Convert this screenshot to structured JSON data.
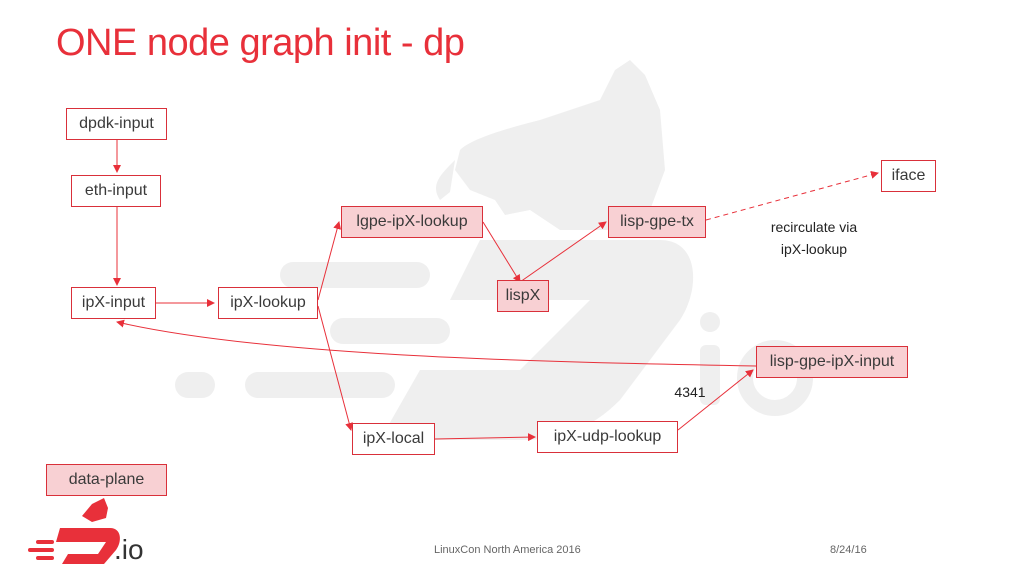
{
  "slide": {
    "title": "ONE node graph init - dp",
    "footer_center": "LinuxCon North America 2016",
    "footer_date": "8/24/16",
    "logo_text": ".io"
  },
  "nodes": {
    "dpdk_input": "dpdk-input",
    "eth_input": "eth-input",
    "ipx_input": "ipX-input",
    "ipx_lookup": "ipX-lookup",
    "lgpe_ipx_lookup": "lgpe-ipX-lookup",
    "lisp_gpe_tx": "lisp-gpe-tx",
    "lispx": "lispX",
    "iface": "iface",
    "lisp_gpe_ipx_input": "lisp-gpe-ipX-input",
    "ipx_local": "ipX-local",
    "ipx_udp_lookup": "ipX-udp-lookup",
    "data_plane": "data-plane"
  },
  "annotations": {
    "recirculate_line1": "recirculate via",
    "recirculate_line2": "ipX-lookup",
    "port": "4341"
  },
  "colors": {
    "accent": "#e8303a",
    "node_border": "#d9303a",
    "highlight_fill": "#f8d0d3",
    "watermark": "#efefef"
  }
}
